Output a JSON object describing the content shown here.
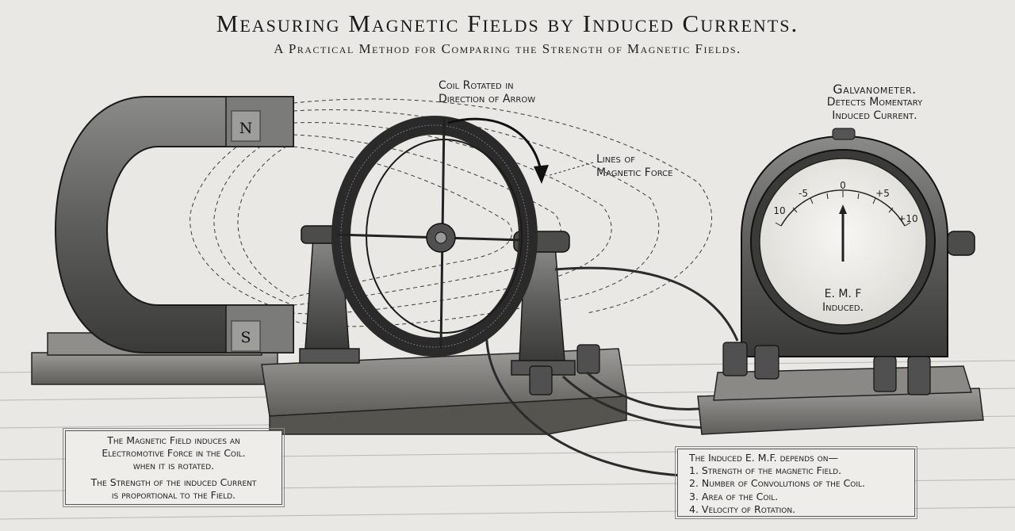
{
  "title": "Measuring Magnetic Fields by Induced Currents.",
  "subtitle": "A Practical Method for Comparing the Strength of Magnetic Fields.",
  "magnet": {
    "north_label": "N",
    "south_label": "S"
  },
  "coil_label": {
    "line1": "Coil Rotated in",
    "line2": "Direction of Arrow"
  },
  "lines_label": {
    "line1": "Lines of",
    "line2": "Magnetic Force"
  },
  "galvanometer": {
    "title": "Galvanometer.",
    "desc_line1": "Detects Momentary",
    "desc_line2": "Induced Current.",
    "dial_labels": [
      "10",
      "-5",
      "0",
      "+5",
      "+10"
    ],
    "emf_line1": "E. M. F",
    "emf_line2": "Induced."
  },
  "note_left": {
    "para1_line1": "The Magnetic Field induces an",
    "para1_line2": "Electromotive Force in the Coil.",
    "para1_line3": "when it is rotated.",
    "para2_line1": "The Strength of the induced Current",
    "para2_line2": "is proportional to the Field."
  },
  "note_right": {
    "heading": "The Induced E. M.F. depends on—",
    "items": [
      "1. Strength of the magnetic Field.",
      "2. Number of Convolutions of the Coil.",
      "3. Area of the Coil.",
      "4. Velocity of Rotation."
    ]
  }
}
